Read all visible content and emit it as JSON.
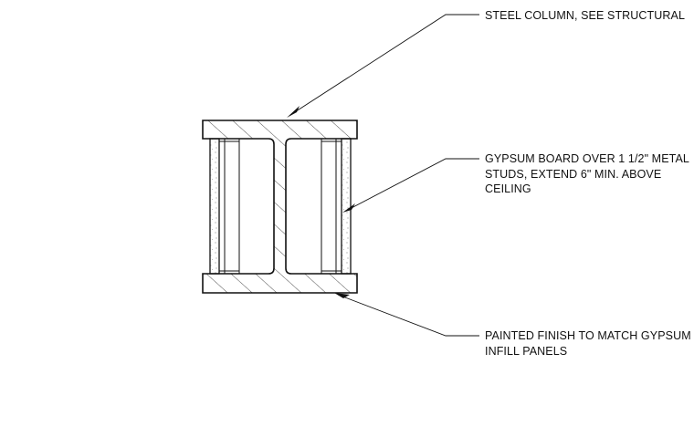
{
  "drawing": {
    "notes": {
      "steel_column": {
        "lines": [
          "STEEL COLUMN, SEE STRUCTURAL"
        ]
      },
      "gypsum_board": {
        "lines": [
          "GYPSUM BOARD OVER 1 1/2\" METAL",
          "STUDS, EXTEND 6\" MIN. ABOVE",
          "CEILING"
        ]
      },
      "painted_finish": {
        "lines": [
          "PAINTED FINISH TO MATCH GYPSUM",
          "INFILL PANELS"
        ]
      }
    },
    "colors": {
      "line": "#111111",
      "background": "#ffffff"
    }
  }
}
